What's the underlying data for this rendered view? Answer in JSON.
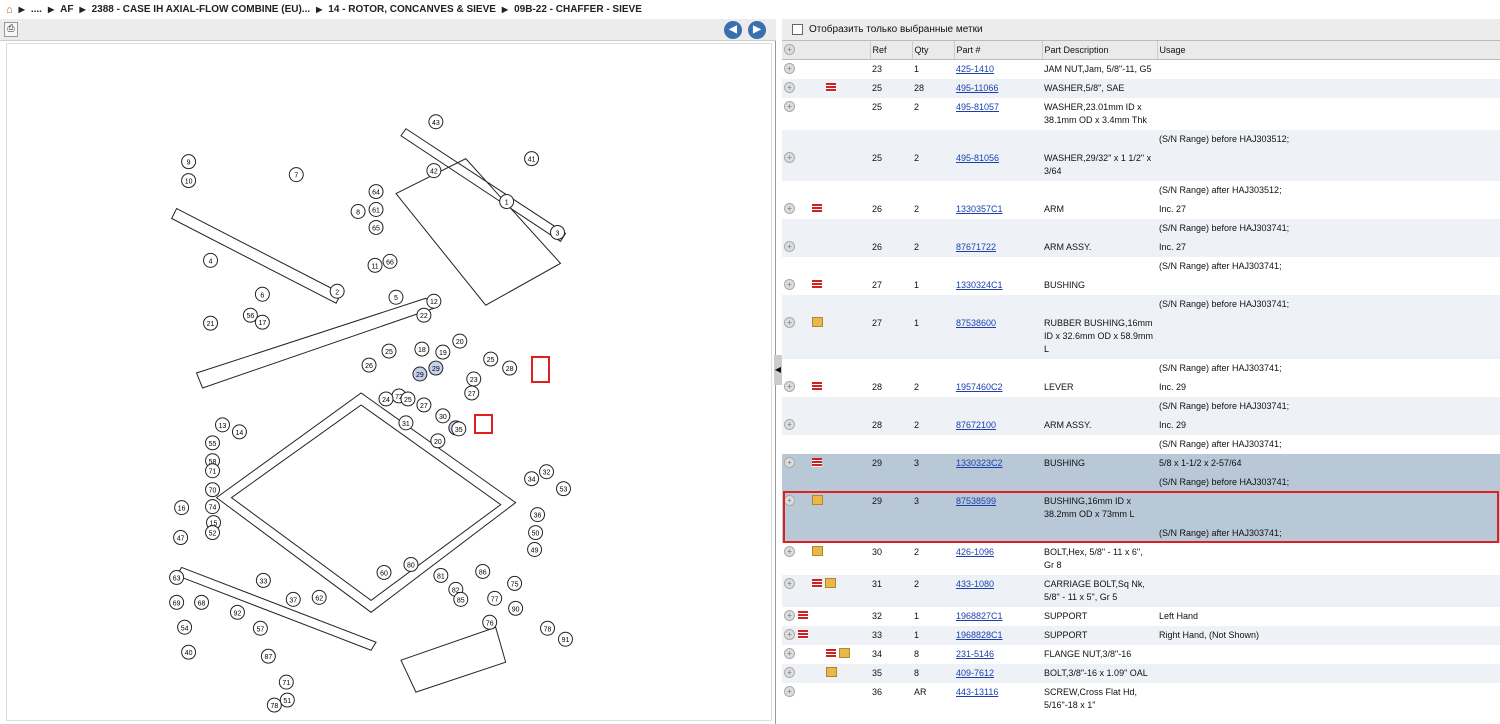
{
  "breadcrumb": [
    "AF",
    "2388 - CASE IH AXIAL-FLOW COMBINE (EU)...",
    "14 - ROTOR, CONCANVES & SIEVE",
    "09B-22 - CHAFFER - SIEVE"
  ],
  "breadcrumb_ellipsis": "....",
  "filter_label": "Отобразить только выбранные метки",
  "columns": [
    "Ref",
    "Qty",
    "Part #",
    "Part Description",
    "Usage"
  ],
  "rows": [
    {
      "icons": [
        "fwd"
      ],
      "ref": "23",
      "qty": "1",
      "part": "425-1410",
      "desc": "JAM NUT,Jam, 5/8\"-11, G5",
      "usage": ""
    },
    {
      "icons": [
        "back",
        "fwd",
        "list"
      ],
      "ref": "25",
      "qty": "28",
      "part": "495-11066",
      "desc": "WASHER,5/8\", SAE",
      "usage": ""
    },
    {
      "icons": [
        "fwd"
      ],
      "ref": "25",
      "qty": "2",
      "part": "495-81057",
      "desc": "WASHER,23.01mm ID x 38.1mm OD x 3.4mm Thk",
      "usage": ""
    },
    {
      "sub": "(S/N Range) before HAJ303512;"
    },
    {
      "icons": [
        "fwd"
      ],
      "ref": "25",
      "qty": "2",
      "part": "495-81056",
      "desc": "WASHER,29/32\" x 1 1/2\" x 3/64",
      "usage": ""
    },
    {
      "sub": "(S/N Range) after HAJ303512;"
    },
    {
      "icons": [
        "fwd",
        "list"
      ],
      "ref": "26",
      "qty": "2",
      "part": "1330357C1",
      "desc": "ARM",
      "usage": "Inc. 27"
    },
    {
      "sub": "(S/N Range) before HAJ303741;"
    },
    {
      "icons": [
        "back"
      ],
      "ref": "26",
      "qty": "2",
      "part": "87671722",
      "desc": "ARM ASSY.",
      "usage": "Inc. 27"
    },
    {
      "sub": "(S/N Range) after HAJ303741;"
    },
    {
      "icons": [
        "fwd",
        "list"
      ],
      "ref": "27",
      "qty": "1",
      "part": "1330324C1",
      "desc": "BUSHING",
      "usage": ""
    },
    {
      "sub": "(S/N Range) before HAJ303741;"
    },
    {
      "icons": [
        "back",
        "box"
      ],
      "ref": "27",
      "qty": "1",
      "part": "87538600",
      "desc": "RUBBER BUSHING,16mm ID x 32.6mm OD x 58.9mm L",
      "usage": ""
    },
    {
      "sub": "(S/N Range) after HAJ303741;"
    },
    {
      "icons": [
        "fwd",
        "list"
      ],
      "ref": "28",
      "qty": "2",
      "part": "1957460C2",
      "desc": "LEVER",
      "usage": "Inc. 29"
    },
    {
      "sub": "(S/N Range) before HAJ303741;"
    },
    {
      "icons": [
        "back"
      ],
      "ref": "28",
      "qty": "2",
      "part": "87672100",
      "desc": "ARM ASSY.",
      "usage": "Inc. 29"
    },
    {
      "sub": "(S/N Range) after HAJ303741;"
    },
    {
      "icons": [
        "fwd",
        "list"
      ],
      "ref": "29",
      "qty": "3",
      "part": "1330323C2",
      "desc": "BUSHING",
      "usage": "5/8 x 1-1/2 x 2-57/64",
      "selected": true
    },
    {
      "sub": "(S/N Range) before HAJ303741;",
      "selected": true
    },
    {
      "icons": [
        "back",
        "box"
      ],
      "ref": "29",
      "qty": "3",
      "part": "87538599",
      "desc": "BUSHING,16mm ID x 38.2mm OD x 73mm L",
      "usage": "",
      "selected": true
    },
    {
      "sub": "(S/N Range) after HAJ303741;",
      "selected": true
    },
    {
      "icons": [
        "back",
        "box"
      ],
      "ref": "30",
      "qty": "2",
      "part": "426-1096",
      "desc": "BOLT,Hex, 5/8\" - 11 x 6\", Gr 8",
      "usage": ""
    },
    {
      "icons": [
        "back",
        "list",
        "box"
      ],
      "ref": "31",
      "qty": "2",
      "part": "433-1080",
      "desc": "CARRIAGE BOLT,Sq Nk, 5/8\" - 11 x 5\", Gr 5",
      "usage": ""
    },
    {
      "icons": [
        "list"
      ],
      "ref": "32",
      "qty": "1",
      "part": "1968827C1",
      "desc": "SUPPORT",
      "usage": "Left Hand"
    },
    {
      "icons": [
        "list"
      ],
      "ref": "33",
      "qty": "1",
      "part": "1968828C1",
      "desc": "SUPPORT",
      "usage": "Right Hand, (Not Shown)"
    },
    {
      "icons": [
        "back",
        "fwd",
        "list",
        "box"
      ],
      "ref": "34",
      "qty": "8",
      "part": "231-5146",
      "desc": "FLANGE NUT,3/8\"-16",
      "usage": ""
    },
    {
      "icons": [
        "back",
        "fwd",
        "box"
      ],
      "ref": "35",
      "qty": "8",
      "part": "409-7612",
      "desc": "BOLT,3/8\"-16 x 1.09\" OAL",
      "usage": ""
    },
    {
      "icons": [
        "back",
        "fwd"
      ],
      "ref": "36",
      "qty": "AR",
      "part": "443-13116",
      "desc": "SCREW,Cross Flat Hd, 5/16\"-18 x 1\"",
      "usage": ""
    }
  ],
  "callouts": [
    "43",
    "42",
    "41",
    "9",
    "7",
    "10",
    "1",
    "64",
    "8",
    "61",
    "3",
    "65",
    "4",
    "66",
    "11",
    "2",
    "6",
    "5",
    "12",
    "21",
    "56",
    "17",
    "22",
    "25",
    "18",
    "19",
    "20",
    "25",
    "28",
    "29",
    "29",
    "26",
    "72",
    "23",
    "27",
    "24",
    "25",
    "31",
    "30",
    "29",
    "20",
    "27",
    "35",
    "13",
    "14",
    "55",
    "58",
    "34",
    "32",
    "53",
    "71",
    "70",
    "74",
    "15",
    "16",
    "52",
    "36",
    "50",
    "49",
    "47",
    "80",
    "60",
    "33",
    "37",
    "62",
    "63",
    "69",
    "68",
    "54",
    "92",
    "57",
    "81",
    "82",
    "85",
    "86",
    "75",
    "77",
    "76",
    "90",
    "78",
    "91",
    "40",
    "87",
    "71",
    "78",
    "51"
  ]
}
